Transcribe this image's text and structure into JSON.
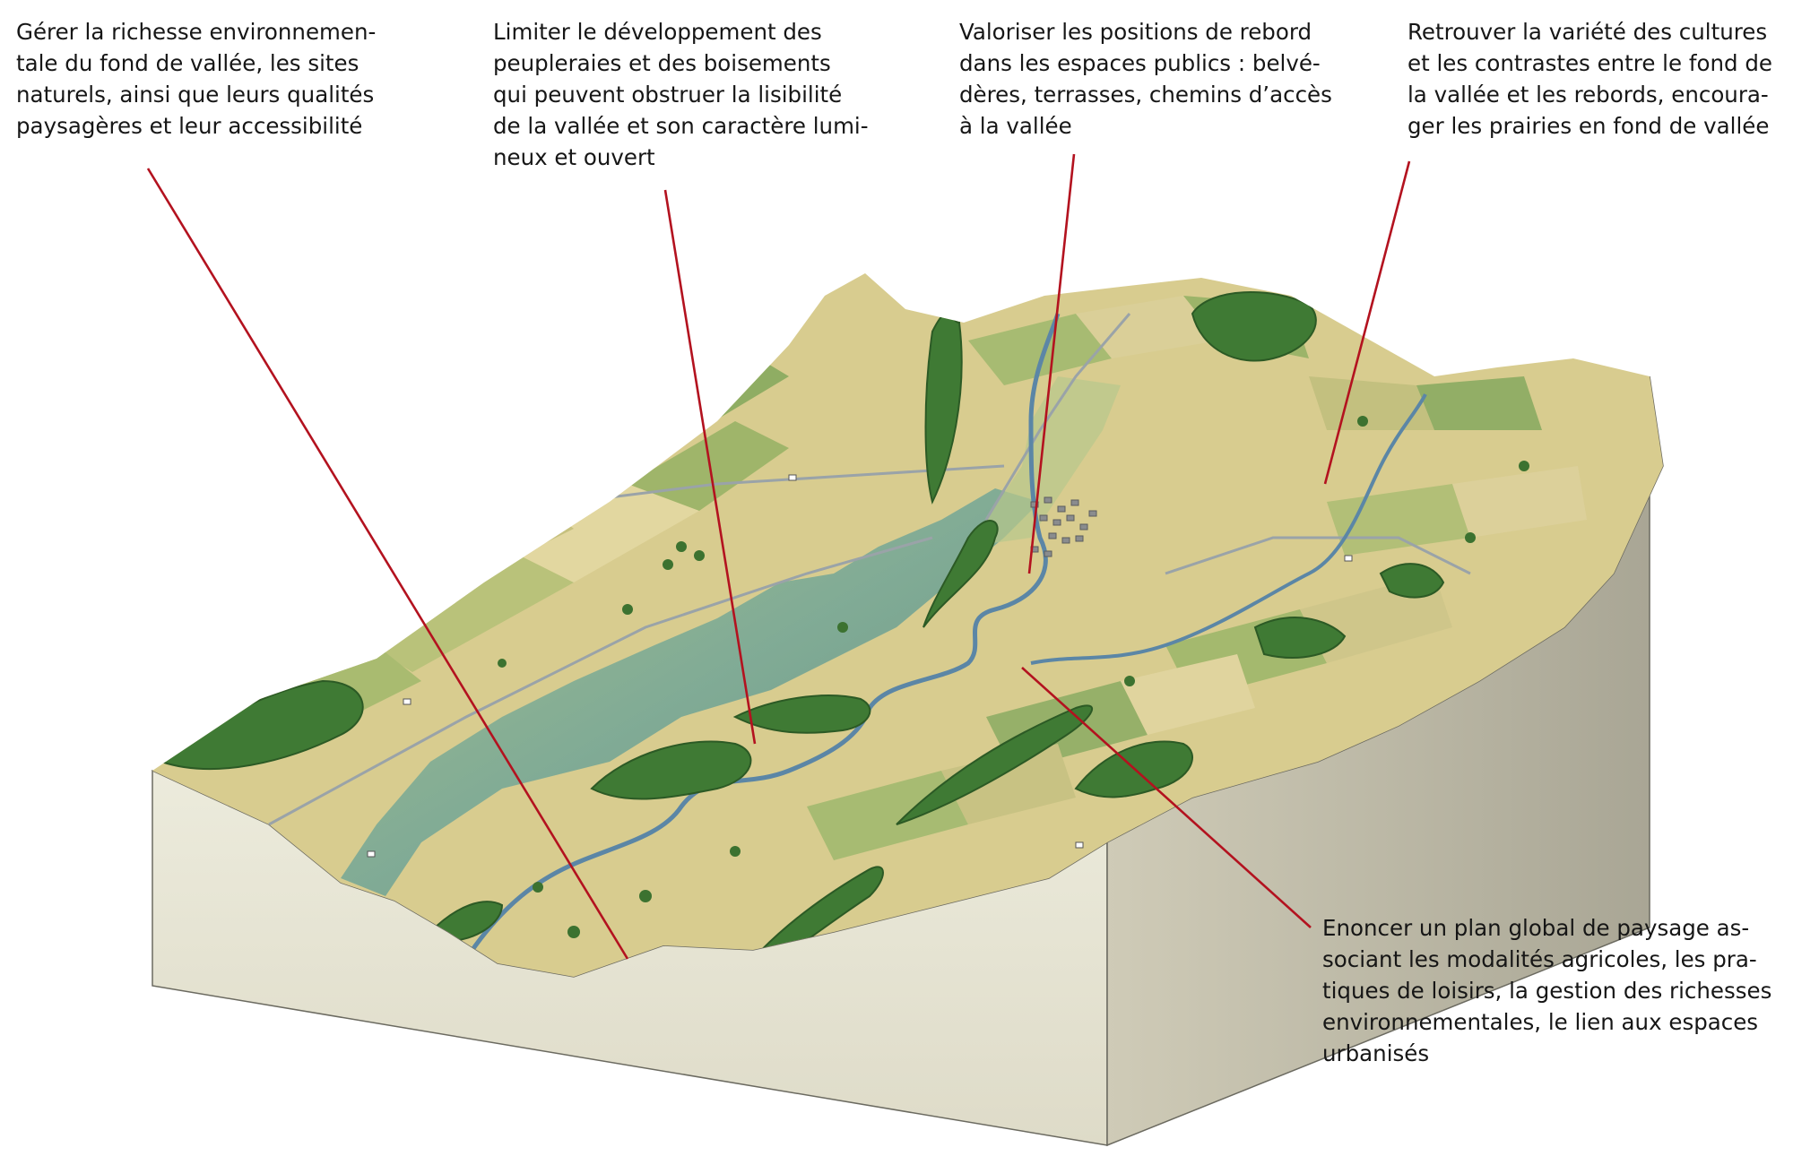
{
  "annotations": [
    {
      "id": "richesse-environnementale",
      "lines": [
        "Gérer la richesse environnemen-",
        "tale du fond de vallée, les sites",
        "naturels, ainsi que leurs qualités",
        "paysagères et leur accessibilité"
      ]
    },
    {
      "id": "peupleraies",
      "lines": [
        "Limiter le développement des",
        "peupleraies et des boisements",
        "qui peuvent obstruer la lisibilité",
        "de la vallée et son caractère lumi-",
        "neux et ouvert"
      ]
    },
    {
      "id": "positions-rebord",
      "lines": [
        "Valoriser les positions de rebord",
        "dans les espaces publics : belvé-",
        "dères, terrasses, chemins d’accès",
        "à la vallée"
      ]
    },
    {
      "id": "variete-cultures",
      "lines": [
        "Retrouver la variété des cultures",
        "et les contrastes entre le fond de",
        "la vallée et les rebords, encoura-",
        "ger les prairies en fond de vallée"
      ]
    },
    {
      "id": "plan-global",
      "lines": [
        "Enoncer un plan global de paysage as-",
        "sociant les modalités agricoles, les pra-",
        "tiques de loisirs, la gestion des richesses",
        "environnementales, le lien aux espaces",
        "urbanisés"
      ]
    }
  ],
  "colors": {
    "leader_line": "#b3121f",
    "text": "#161616",
    "block_side_light": "#e6e3d1",
    "block_side_dark": "#b1ae9d",
    "field_tan": "#d8cc8f",
    "field_green": "#8fad63",
    "valley_water": "#6f9f8a",
    "river": "#5b86a6",
    "forest": "#3f7a34",
    "village": "#8a8c8e"
  },
  "icons": [
    "tree-icon",
    "forest-icon",
    "house-icon",
    "village-icon"
  ]
}
